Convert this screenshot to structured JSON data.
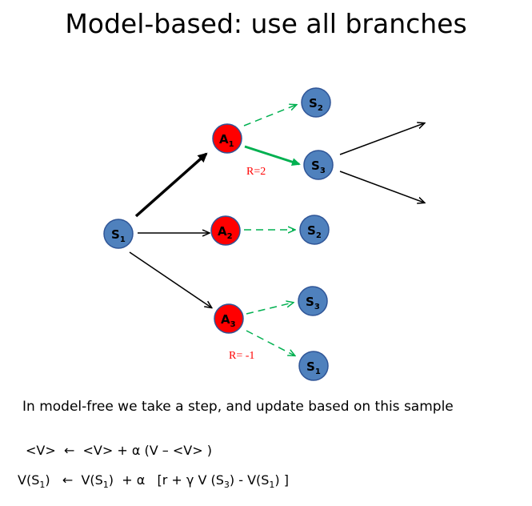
{
  "title": "Model-based: use all branches",
  "nodes": {
    "s1_root": {
      "letter": "S",
      "sub": "1"
    },
    "a1": {
      "letter": "A",
      "sub": "1"
    },
    "a2": {
      "letter": "A",
      "sub": "2"
    },
    "a3": {
      "letter": "A",
      "sub": "3"
    },
    "s2_top": {
      "letter": "S",
      "sub": "2"
    },
    "s3_top": {
      "letter": "S",
      "sub": "3"
    },
    "s2_mid": {
      "letter": "S",
      "sub": "2"
    },
    "s3_bottom": {
      "letter": "S",
      "sub": "3"
    },
    "s1_bottom": {
      "letter": "S",
      "sub": "1"
    }
  },
  "rewards": {
    "r_a1": "R=2",
    "r_a3": "R= -1"
  },
  "colors": {
    "state_fill": "#4f81bd",
    "state_stroke": "#2f5597",
    "action_fill": "#ff0000",
    "action_stroke": "#2f5597",
    "green_arrow": "#00b050",
    "reward_text": "#ff0000"
  },
  "caption": "In model-free we take a step, and update based on this sample",
  "formula1": {
    "lhs": "<V>",
    "arrow": "←",
    "rhs": "<V> + α (V – <V> )"
  },
  "formula2": {
    "v1": "V(S",
    "sub1": "1",
    "close1": ")",
    "arrow": "←",
    "v2": "V(S",
    "sub2": "1",
    "mid": ")  + α   [r + γ V (S",
    "sub3": "3",
    "mid2": ") - V(S",
    "sub4": "1",
    "end": ") ]"
  }
}
